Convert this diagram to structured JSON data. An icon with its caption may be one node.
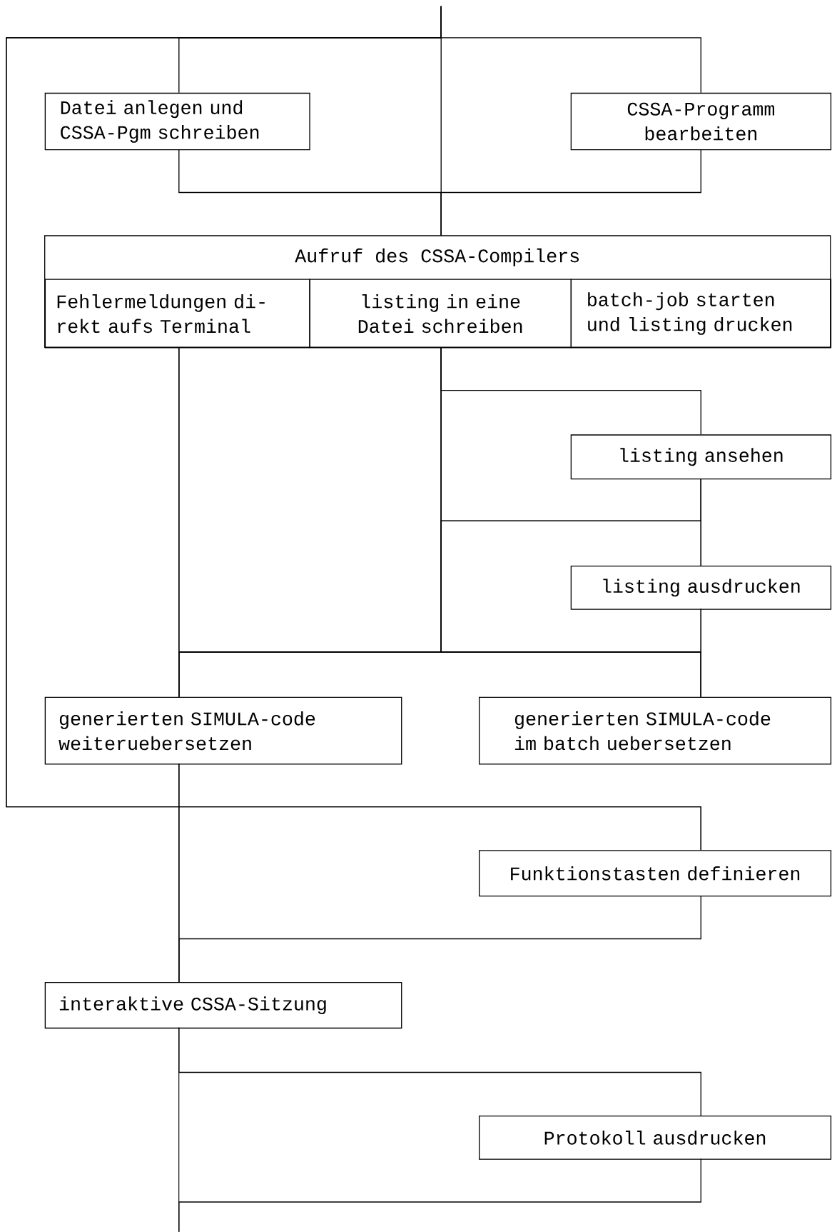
{
  "diagram": {
    "nodes": [
      {
        "text": [
          "Datei anlegen und CSSA-Pgm schreiben"
        ]
      },
      {
        "text": [
          "CSSA-Programm bearbeiten"
        ]
      },
      {
        "text": [
          "Aufruf des CSSA-Compilers"
        ]
      },
      {
        "text": [
          "Fehlermeldungen di- rekt aufs Terminal"
        ],
        "in": 2
      },
      {
        "text": [
          "listing in eine Datei schreiben"
        ],
        "in": 2
      },
      {
        "text": [
          "batch-job starten und listing drucken"
        ],
        "in": 2
      },
      {
        "text": [
          "listing ansehen"
        ]
      },
      {
        "text": [
          "listing ausdrucken"
        ]
      },
      {
        "text": [
          "generierten SIMULA-code weiteruebersetzen"
        ]
      },
      {
        "text": [
          "generierten SIMULA-code im batch uebersetzen"
        ]
      },
      {
        "text": [
          "Funktionstasten definieren"
        ]
      },
      {
        "text": [
          "interaktive CSSA-Sitzung"
        ]
      },
      {
        "text": [
          "Protokoll ausdrucken"
        ]
      }
    ],
    "edges": [
      {
        "from": null,
        "to": 0,
        "arrow": "none"
      },
      {
        "from": null,
        "to": 1,
        "arrow": "none"
      },
      {
        "from": null,
        "to": 2,
        "arrow": "none"
      },
      {
        "from": 0,
        "to": 2,
        "arrow": "none"
      },
      {
        "from": 1,
        "to": 2,
        "arrow": "none"
      },
      {
        "from": null,
        "to": 11,
        "arrow": "none"
      },
      {
        "from": null,
        "to": 10,
        "arrow": "none"
      },
      {
        "from": 3,
        "to": 8,
        "arrow": "none"
      },
      {
        "from": 3,
        "to": 9,
        "arrow": "none"
      },
      {
        "from": 4,
        "to": 6,
        "arrow": "none"
      },
      {
        "from": 4,
        "to": 7,
        "arrow": "none"
      },
      {
        "from": 4,
        "to": 8,
        "arrow": "none"
      },
      {
        "from": 4,
        "to": 9,
        "arrow": "none"
      },
      {
        "from": 6,
        "to": 7,
        "arrow": "none"
      },
      {
        "from": 6,
        "to": 8,
        "arrow": "none"
      },
      {
        "from": 6,
        "to": 9,
        "arrow": "none"
      },
      {
        "from": 7,
        "to": 8,
        "arrow": "none"
      },
      {
        "from": 7,
        "to": 9,
        "arrow": "none"
      },
      {
        "from": 8,
        "to": 11,
        "arrow": "none"
      },
      {
        "from": 8,
        "to": 10,
        "arrow": "none"
      },
      {
        "from": 10,
        "to": 11,
        "arrow": "none"
      },
      {
        "from": 11,
        "to": 12,
        "arrow": "none"
      },
      {
        "from": 11,
        "to": null,
        "arrow": "none"
      },
      {
        "from": 12,
        "to": null,
        "arrow": "none"
      }
    ]
  }
}
